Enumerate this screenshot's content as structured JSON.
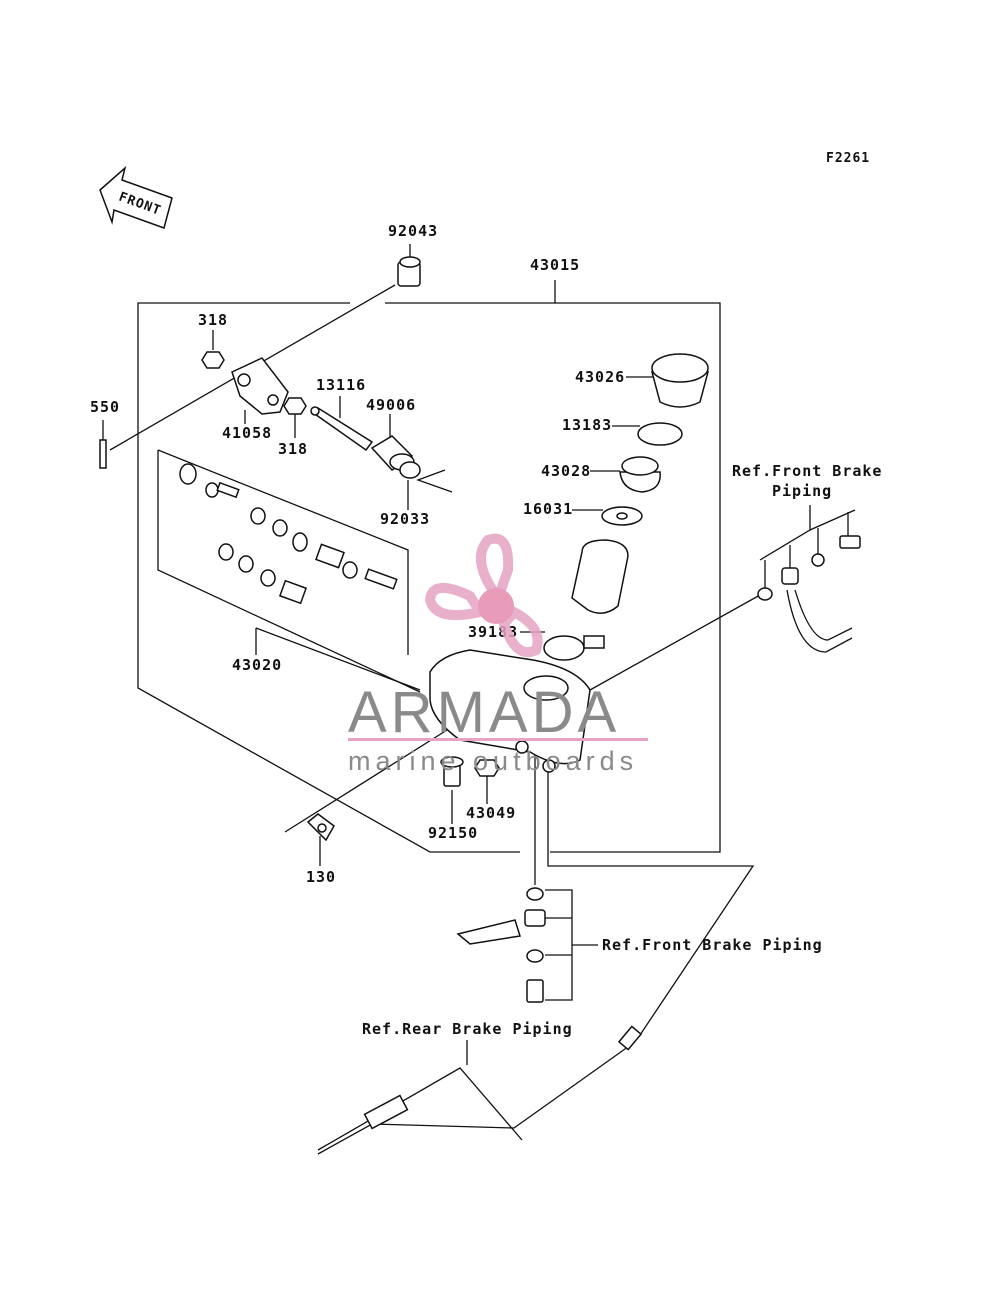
{
  "figure_code": "F2261",
  "front_arrow_label": "FRONT",
  "part_labels": {
    "p92043": "92043",
    "p43015": "43015",
    "p318_top": "318",
    "p550": "550",
    "p41058": "41058",
    "p318_bottom": "318",
    "p13116": "13116",
    "p49006": "49006",
    "p92033": "92033",
    "p43026": "43026",
    "p13183": "13183",
    "p43028": "43028",
    "p16031": "16031",
    "p39183": "39183",
    "p43020": "43020",
    "p43049": "43049",
    "p92150": "92150",
    "p130": "130"
  },
  "references": {
    "front_brake_top_line1": "Ref.Front Brake",
    "front_brake_top_line2": "Piping",
    "front_brake_bottom": "Ref.Front Brake Piping",
    "rear_brake": "Ref.Rear Brake Piping"
  },
  "watermark": {
    "brand": "ARMADA",
    "tagline": "marine outboards",
    "colors": {
      "text": "#8a8a8a",
      "accent": "#e6a3c4",
      "accent_dark": "#e68aae"
    }
  }
}
